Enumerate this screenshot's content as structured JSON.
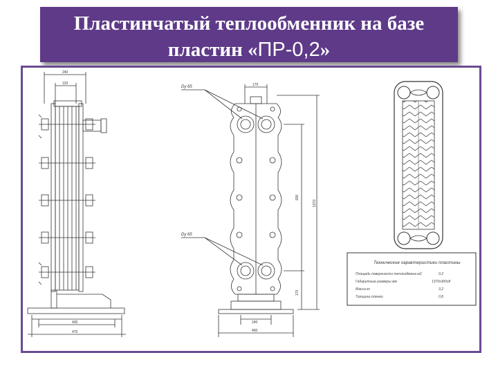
{
  "title": {
    "line1": "Пластинчатый теплообменник на базе",
    "line2_prefix": "пластин «",
    "line2_model": "ПР-0,2",
    "line2_suffix": "»"
  },
  "drawing": {
    "side_view": {
      "dims": {
        "top_width": "240",
        "inner_width": "120",
        "base_inner": "430",
        "base_outer": "470"
      }
    },
    "front_view": {
      "port_label_top": "Dy 65",
      "port_label_bottom": "Dy 65",
      "dims": {
        "top_width": "170",
        "height_inner": "830",
        "height_total": "1370",
        "lower": "170",
        "base_inner": "240",
        "base_outer": "400"
      }
    },
    "spec_table": {
      "title": "Технические характеристики пластины",
      "rows": [
        {
          "label": "Площадь поверхности теплообмена м2",
          "value": "0,2"
        },
        {
          "label": "Габаритные размеры мм",
          "value": "1370х300х8"
        },
        {
          "label": "Масса кг",
          "value": "3,2"
        },
        {
          "label": "Толщина стенки",
          "value": "0,8"
        }
      ]
    }
  }
}
